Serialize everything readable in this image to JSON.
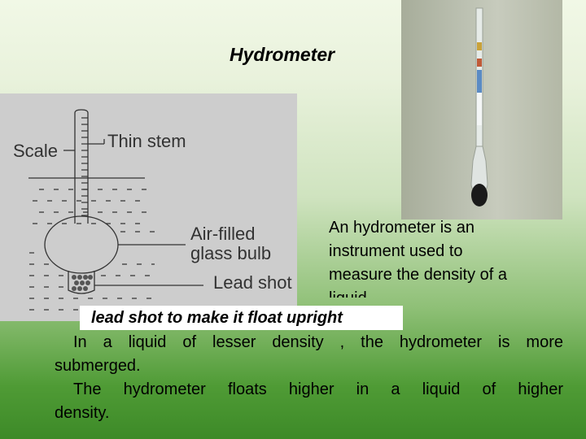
{
  "title": "Hydrometer",
  "diagram": {
    "labels": {
      "scale": "Scale",
      "thin_stem": "Thin stem",
      "bulb_line1": "Air-filled",
      "bulb_line2": "glass bulb",
      "lead_shot": "Lead shot"
    }
  },
  "photo": {},
  "description": [
    "An hydrometer is an",
    "instrument used to",
    "measure the density of a",
    "liquid"
  ],
  "upright_note": "lead shot to make it float upright",
  "paragraph1": {
    "line1": "In a liquid of lesser density , the hydrometer is more",
    "line2": "submerged."
  },
  "paragraph2": {
    "line1": "The hydrometer floats higher in a liquid of higher",
    "line2": "density."
  }
}
